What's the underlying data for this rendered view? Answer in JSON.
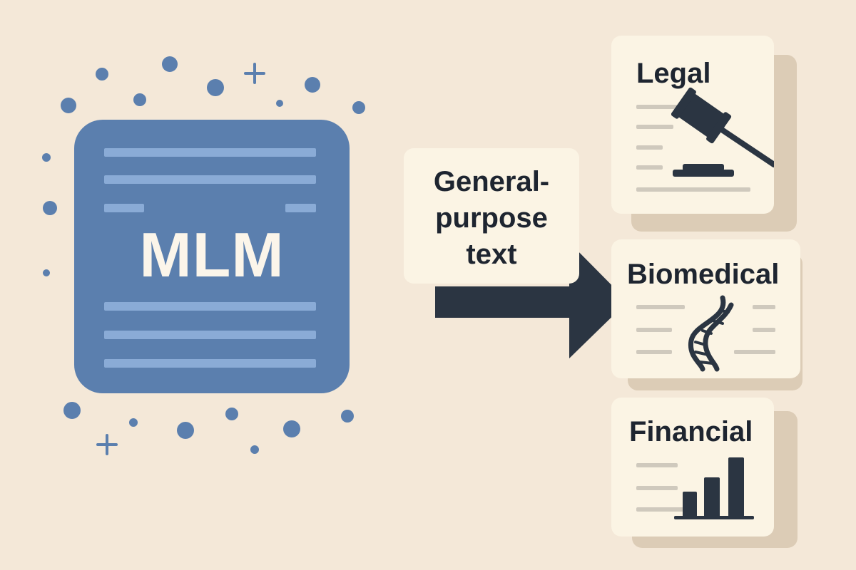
{
  "colors": {
    "background": "#f4e8d8",
    "mlm_block": "#5b7fae",
    "mlm_lines": "#8aabd6",
    "card": "#fbf4e4",
    "card_shadow": "#dcccb6",
    "arrow": "#2b3542",
    "dots": "#5b7fae"
  },
  "model": {
    "label": "MLM"
  },
  "input": {
    "line1": "General-",
    "line2": "purpose",
    "line3": "text"
  },
  "domains": [
    {
      "label": "Legal",
      "icon": "gavel-icon"
    },
    {
      "label": "Biomedical",
      "icon": "dna-icon"
    },
    {
      "label": "Financial",
      "icon": "bar-chart-icon"
    }
  ]
}
